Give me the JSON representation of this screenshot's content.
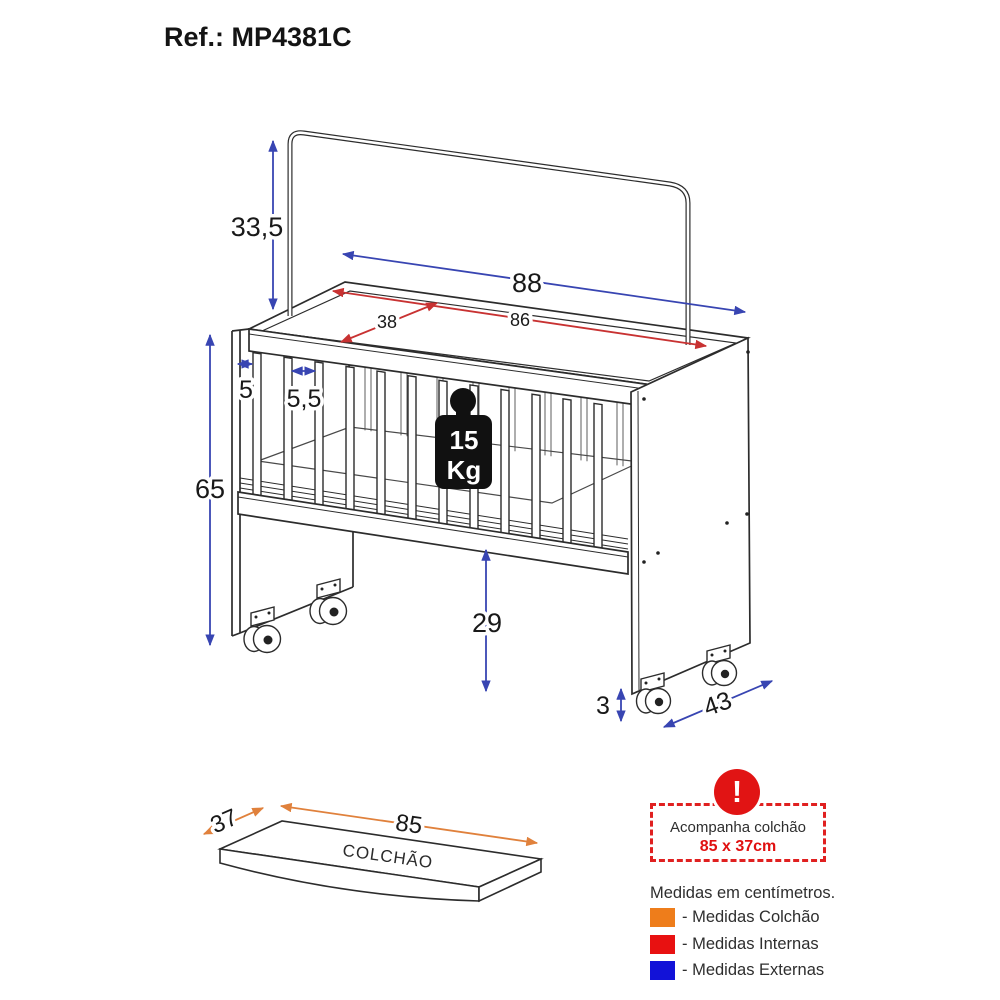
{
  "title": "Ref.: MP4381C",
  "diagram": {
    "dimensions": {
      "headboard_height": "33,5",
      "external_width": "88",
      "internal_depth": "38",
      "internal_width": "86",
      "side_thickness": "5",
      "slat_gap": "5,5",
      "external_height": "65",
      "under_clearance": "29",
      "caster_height": "3",
      "external_depth": "43"
    },
    "max_weight": {
      "value": "15",
      "unit": "Kg"
    }
  },
  "mattress": {
    "label": "COLCHÃO",
    "width": "85",
    "depth": "37"
  },
  "warning_box": {
    "icon": "!",
    "line1": "Acompanha colchão",
    "line2": "85 x 37cm"
  },
  "legend": {
    "title": "Medidas em centímetros.",
    "items": [
      {
        "color": "#EE7D1B",
        "label": "- Medidas Colchão"
      },
      {
        "color": "#E81111",
        "label": "- Medidas Internas"
      },
      {
        "color": "#1212D8",
        "label": "- Medidas Externas"
      }
    ]
  },
  "colors": {
    "external_arrows": "#3845B2",
    "internal_arrows": "#C83232",
    "mattress_arrows": "#E0813C"
  }
}
